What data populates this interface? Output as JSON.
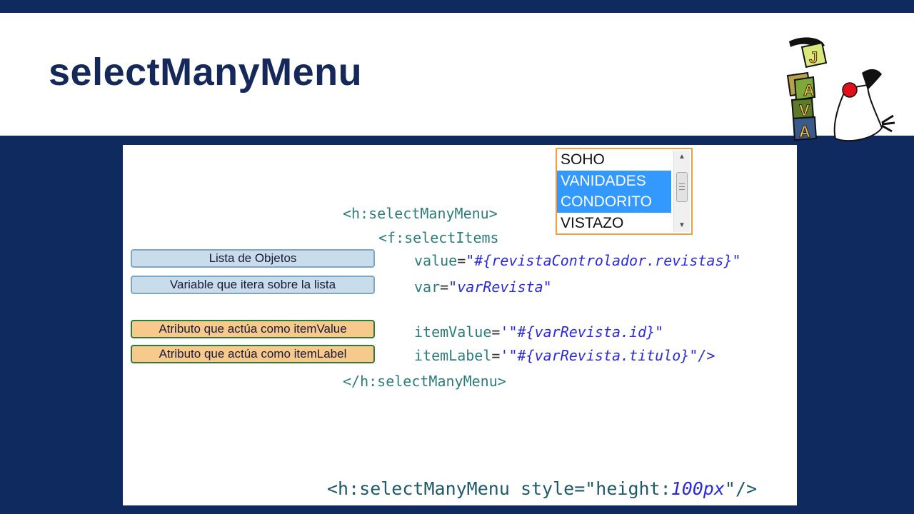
{
  "slide": {
    "title": "selectManyMenu"
  },
  "listbox": {
    "options": [
      "SOHO",
      "VANIDADES",
      "CONDORITO",
      "VISTAZO"
    ],
    "selected": [
      "VANIDADES",
      "CONDORITO"
    ]
  },
  "code": {
    "line1": "<h:selectManyMenu>",
    "line2": "<f:selectItems",
    "value_attr": "value",
    "value_str": "\"#{revistaControlador.revistas}\"",
    "var_attr": "var",
    "var_str": "\"varRevista\"",
    "itemvalue_attr": "itemValue",
    "itemvalue_str": "'\"#{varRevista.id}\"",
    "itemlabel_attr": "itemLabel",
    "itemlabel_str": "'\"#{varRevista.titulo}\"/>",
    "line7": "</h:selectManyMenu>"
  },
  "labels": {
    "lista": "Lista de Objetos",
    "variable": "Variable que itera sobre la lista",
    "item_value": "Atributo que actúa como itemValue",
    "item_label": "Atributo que actúa como itemLabel"
  },
  "bottom_code": {
    "tag": "<h:selectManyMenu ",
    "attr": "style=\"height:",
    "num": "100px",
    "end": "\"/>"
  },
  "logo": {
    "letters": [
      "J",
      "A",
      "V",
      "A"
    ],
    "icon": "java-duke-logo"
  },
  "colors": {
    "navy": "#0f2a5f",
    "selection": "#3399ff",
    "listbox_border": "#f0a040",
    "code_teal": "#2e7d7d",
    "code_string": "#2a2ae0"
  }
}
